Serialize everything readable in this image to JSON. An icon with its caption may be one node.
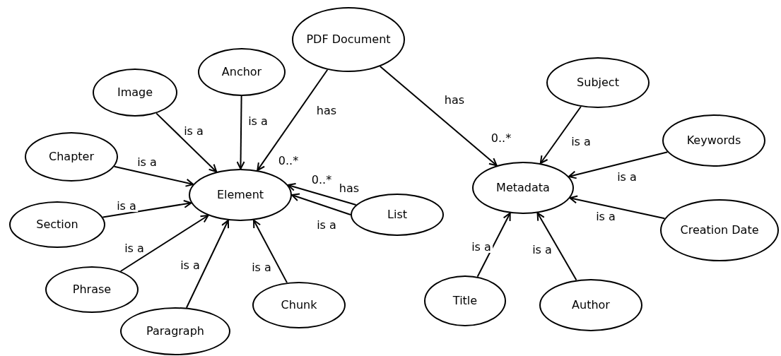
{
  "diagram": {
    "nodes": [
      {
        "text": [
          "PDF Document"
        ]
      },
      {
        "text": [
          "Anchor"
        ]
      },
      {
        "text": [
          "Image"
        ]
      },
      {
        "text": [
          "Chapter"
        ]
      },
      {
        "text": [
          "Section"
        ]
      },
      {
        "text": [
          "Phrase"
        ]
      },
      {
        "text": [
          "Paragraph"
        ]
      },
      {
        "text": [
          "Chunk"
        ]
      },
      {
        "text": [
          "List"
        ]
      },
      {
        "text": [
          "Element"
        ]
      },
      {
        "text": [
          "Subject"
        ]
      },
      {
        "text": [
          "Keywords"
        ]
      },
      {
        "text": [
          "Metadata"
        ]
      },
      {
        "text": [
          "Creation Date"
        ]
      },
      {
        "text": [
          "Title"
        ]
      },
      {
        "text": [
          "Author"
        ]
      }
    ],
    "edges": [
      {
        "from": 1,
        "to": 9,
        "arrow": "to",
        "label": "is a"
      },
      {
        "from": 2,
        "to": 9,
        "arrow": "to",
        "label": "is a"
      },
      {
        "from": 3,
        "to": 9,
        "arrow": "to",
        "label": "is a"
      },
      {
        "from": 4,
        "to": 9,
        "arrow": "to",
        "label": "is a"
      },
      {
        "from": 5,
        "to": 9,
        "arrow": "to",
        "label": "is a"
      },
      {
        "from": 6,
        "to": 9,
        "arrow": "to",
        "label": "is a"
      },
      {
        "from": 7,
        "to": 9,
        "arrow": "to",
        "label": "is a"
      },
      {
        "from": 8,
        "to": 9,
        "arrow": "to",
        "label": "has"
      },
      {
        "from": 8,
        "to": 9,
        "arrow": "to",
        "label": "is a"
      },
      {
        "from": 0,
        "to": 9,
        "arrow": "to",
        "label": "has"
      },
      {
        "from": 0,
        "to": 12,
        "arrow": "to",
        "label": "has"
      },
      {
        "from": 10,
        "to": 12,
        "arrow": "to",
        "label": "is a"
      },
      {
        "from": 11,
        "to": 12,
        "arrow": "to",
        "label": "is a"
      },
      {
        "from": 13,
        "to": 12,
        "arrow": "to",
        "label": "is a"
      },
      {
        "from": 14,
        "to": 12,
        "arrow": "to",
        "label": "is a"
      },
      {
        "from": 15,
        "to": 12,
        "arrow": "to",
        "label": "is a"
      }
    ],
    "labels": [
      "0..*",
      "0..*",
      "0..*"
    ]
  }
}
